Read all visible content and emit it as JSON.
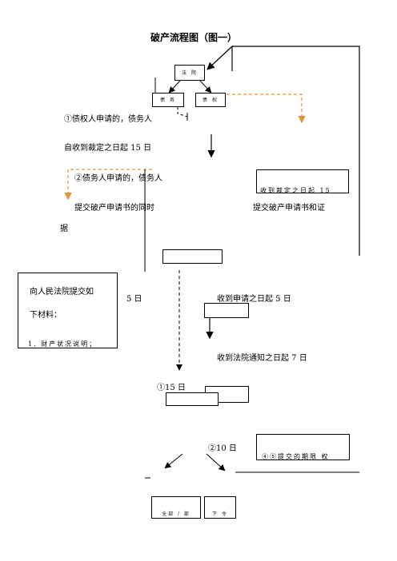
{
  "title": "破产流程图（图一）",
  "boxes": {
    "top_court": "法 院",
    "left_small": "债 务",
    "mid_small": "债 权",
    "right_ruling": "收到裁定之日起 15",
    "materials_line1": "向人民法院提交如",
    "materials_line2": "下材料：",
    "materials_line3": "1. 财产状况说明；",
    "bottom_right": "④⑤提交的期限 权",
    "bottom_left": "全部 / 部",
    "bottom_small": "下 令"
  },
  "text": {
    "creditor_apply": "①债权人申请的，债务人",
    "from_receipt_15": "自收到裁定之日起 15 日",
    "debtor_apply": "②债务人申请的，债务人",
    "submit_same_time": "提交破产申请书的同时",
    "submit_with_evidence": "提交破产申请书和证",
    "ju": "据",
    "five_days": "5 日",
    "receive_5": "收到申请之日起 5 日",
    "notice_7": "收到法院通知之日起 7 日",
    "fifteen_days": "①15 日",
    "ten_days": "②10 日"
  },
  "colors": {
    "line": "#000000",
    "dashed_orange": "#e8913a"
  }
}
